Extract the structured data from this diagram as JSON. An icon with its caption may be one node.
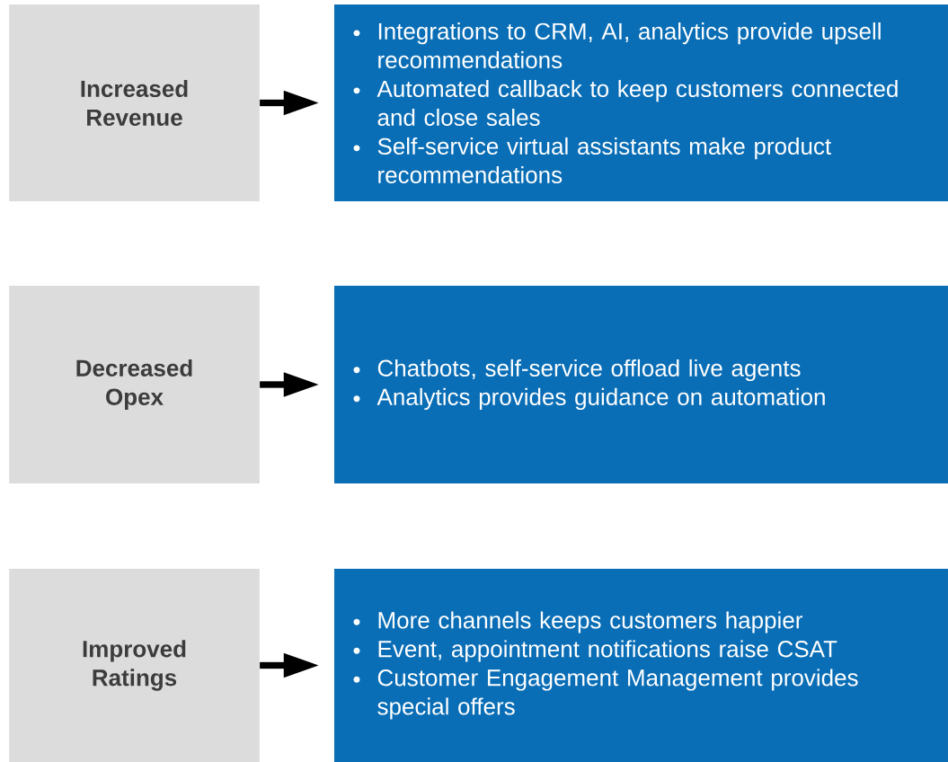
{
  "diagram": {
    "nodes": [
      {
        "text": [
          "Increased Revenue"
        ]
      },
      {
        "text": [
          "Integrations to CRM, AI, analytics provide upsell recommendations",
          "Automated callback to keep customers connected and close sales",
          "Self-service virtual assistants make product recommendations"
        ]
      },
      {
        "text": [
          "Decreased Opex"
        ]
      },
      {
        "text": [
          "Chatbots, self-service offload live agents",
          "Analytics provides guidance on automation"
        ]
      },
      {
        "text": [
          "Improved Ratings"
        ]
      },
      {
        "text": [
          "More channels keeps customers happier",
          "Event, appointment notifications raise CSAT",
          "Customer Engagement Management provides special offers"
        ]
      }
    ],
    "edges": [
      {
        "from": 0,
        "to": 1,
        "arrow": "to"
      },
      {
        "from": 2,
        "to": 3,
        "arrow": "to"
      },
      {
        "from": 4,
        "to": 5,
        "arrow": "to"
      }
    ]
  }
}
